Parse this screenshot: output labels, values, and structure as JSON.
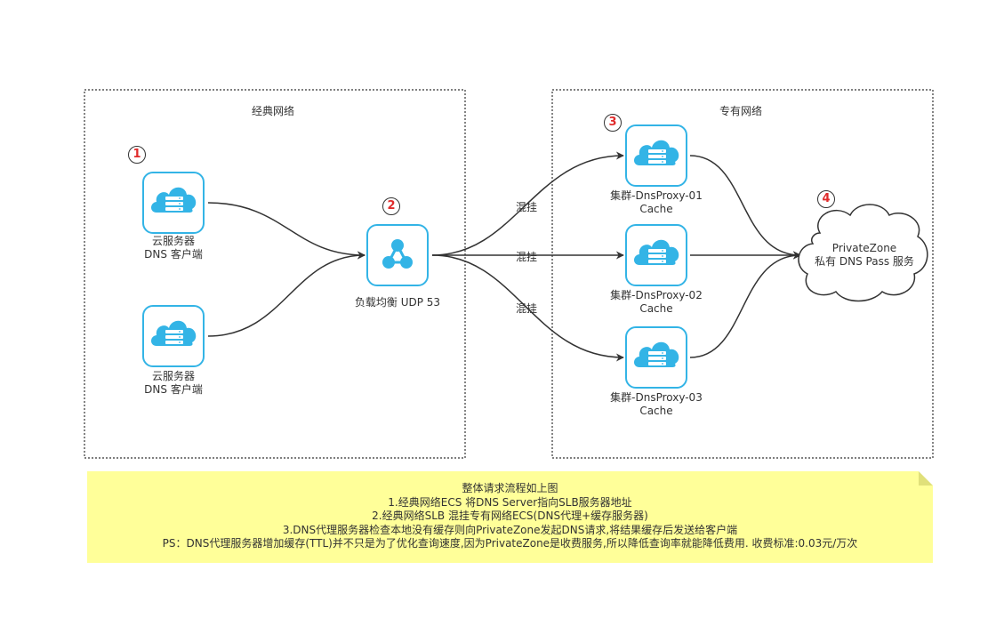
{
  "colors": {
    "node_border": "#33b4e6",
    "cloud_fill": "#33b4e6",
    "badge_text": "#e02b2b",
    "note_bg": "#ffff99",
    "line": "#333333"
  },
  "regions": {
    "classic": "经典网络",
    "vpc": "专有网络"
  },
  "nodes": {
    "server1": {
      "icon": "cloud-server-icon",
      "line1": "云服务器",
      "line2": "DNS 客户端",
      "badge": "1"
    },
    "server2": {
      "icon": "cloud-server-icon",
      "line1": "云服务器",
      "line2": "DNS 客户端"
    },
    "slb": {
      "icon": "load-balancer-icon",
      "label": "负载均衡 UDP 53",
      "badge": "2"
    },
    "proxy1": {
      "icon": "cloud-server-icon",
      "line1": "集群-DnsProxy-01",
      "line2": "Cache",
      "badge": "3"
    },
    "proxy2": {
      "icon": "cloud-server-icon",
      "line1": "集群-DnsProxy-02",
      "line2": "Cache"
    },
    "proxy3": {
      "icon": "cloud-server-icon",
      "line1": "集群-DnsProxy-03",
      "line2": "Cache"
    },
    "privatezone": {
      "icon": "cloud-shape-icon",
      "line1": "PrivateZone",
      "line2": "私有 DNS Pass 服务",
      "badge": "4"
    }
  },
  "edges": {
    "hybrid1": "混挂",
    "hybrid2": "混挂",
    "hybrid3": "混挂"
  },
  "note": {
    "title": "整体请求流程如上图",
    "line1": "1.经典网络ECS 将DNS Server指向SLB服务器地址",
    "line2": "2.经典网络SLB 混挂专有网络ECS(DNS代理+缓存服务器)",
    "line3": "3.DNS代理服务器检查本地没有缓存则向PrivateZone发起DNS请求,将结果缓存后发送给客户端",
    "line4": "PS：DNS代理服务器增加缓存(TTL)并不只是为了优化查询速度,因为PrivateZone是收费服务,所以降低查询率就能降低费用. 收费标准:0.03元/万次"
  }
}
